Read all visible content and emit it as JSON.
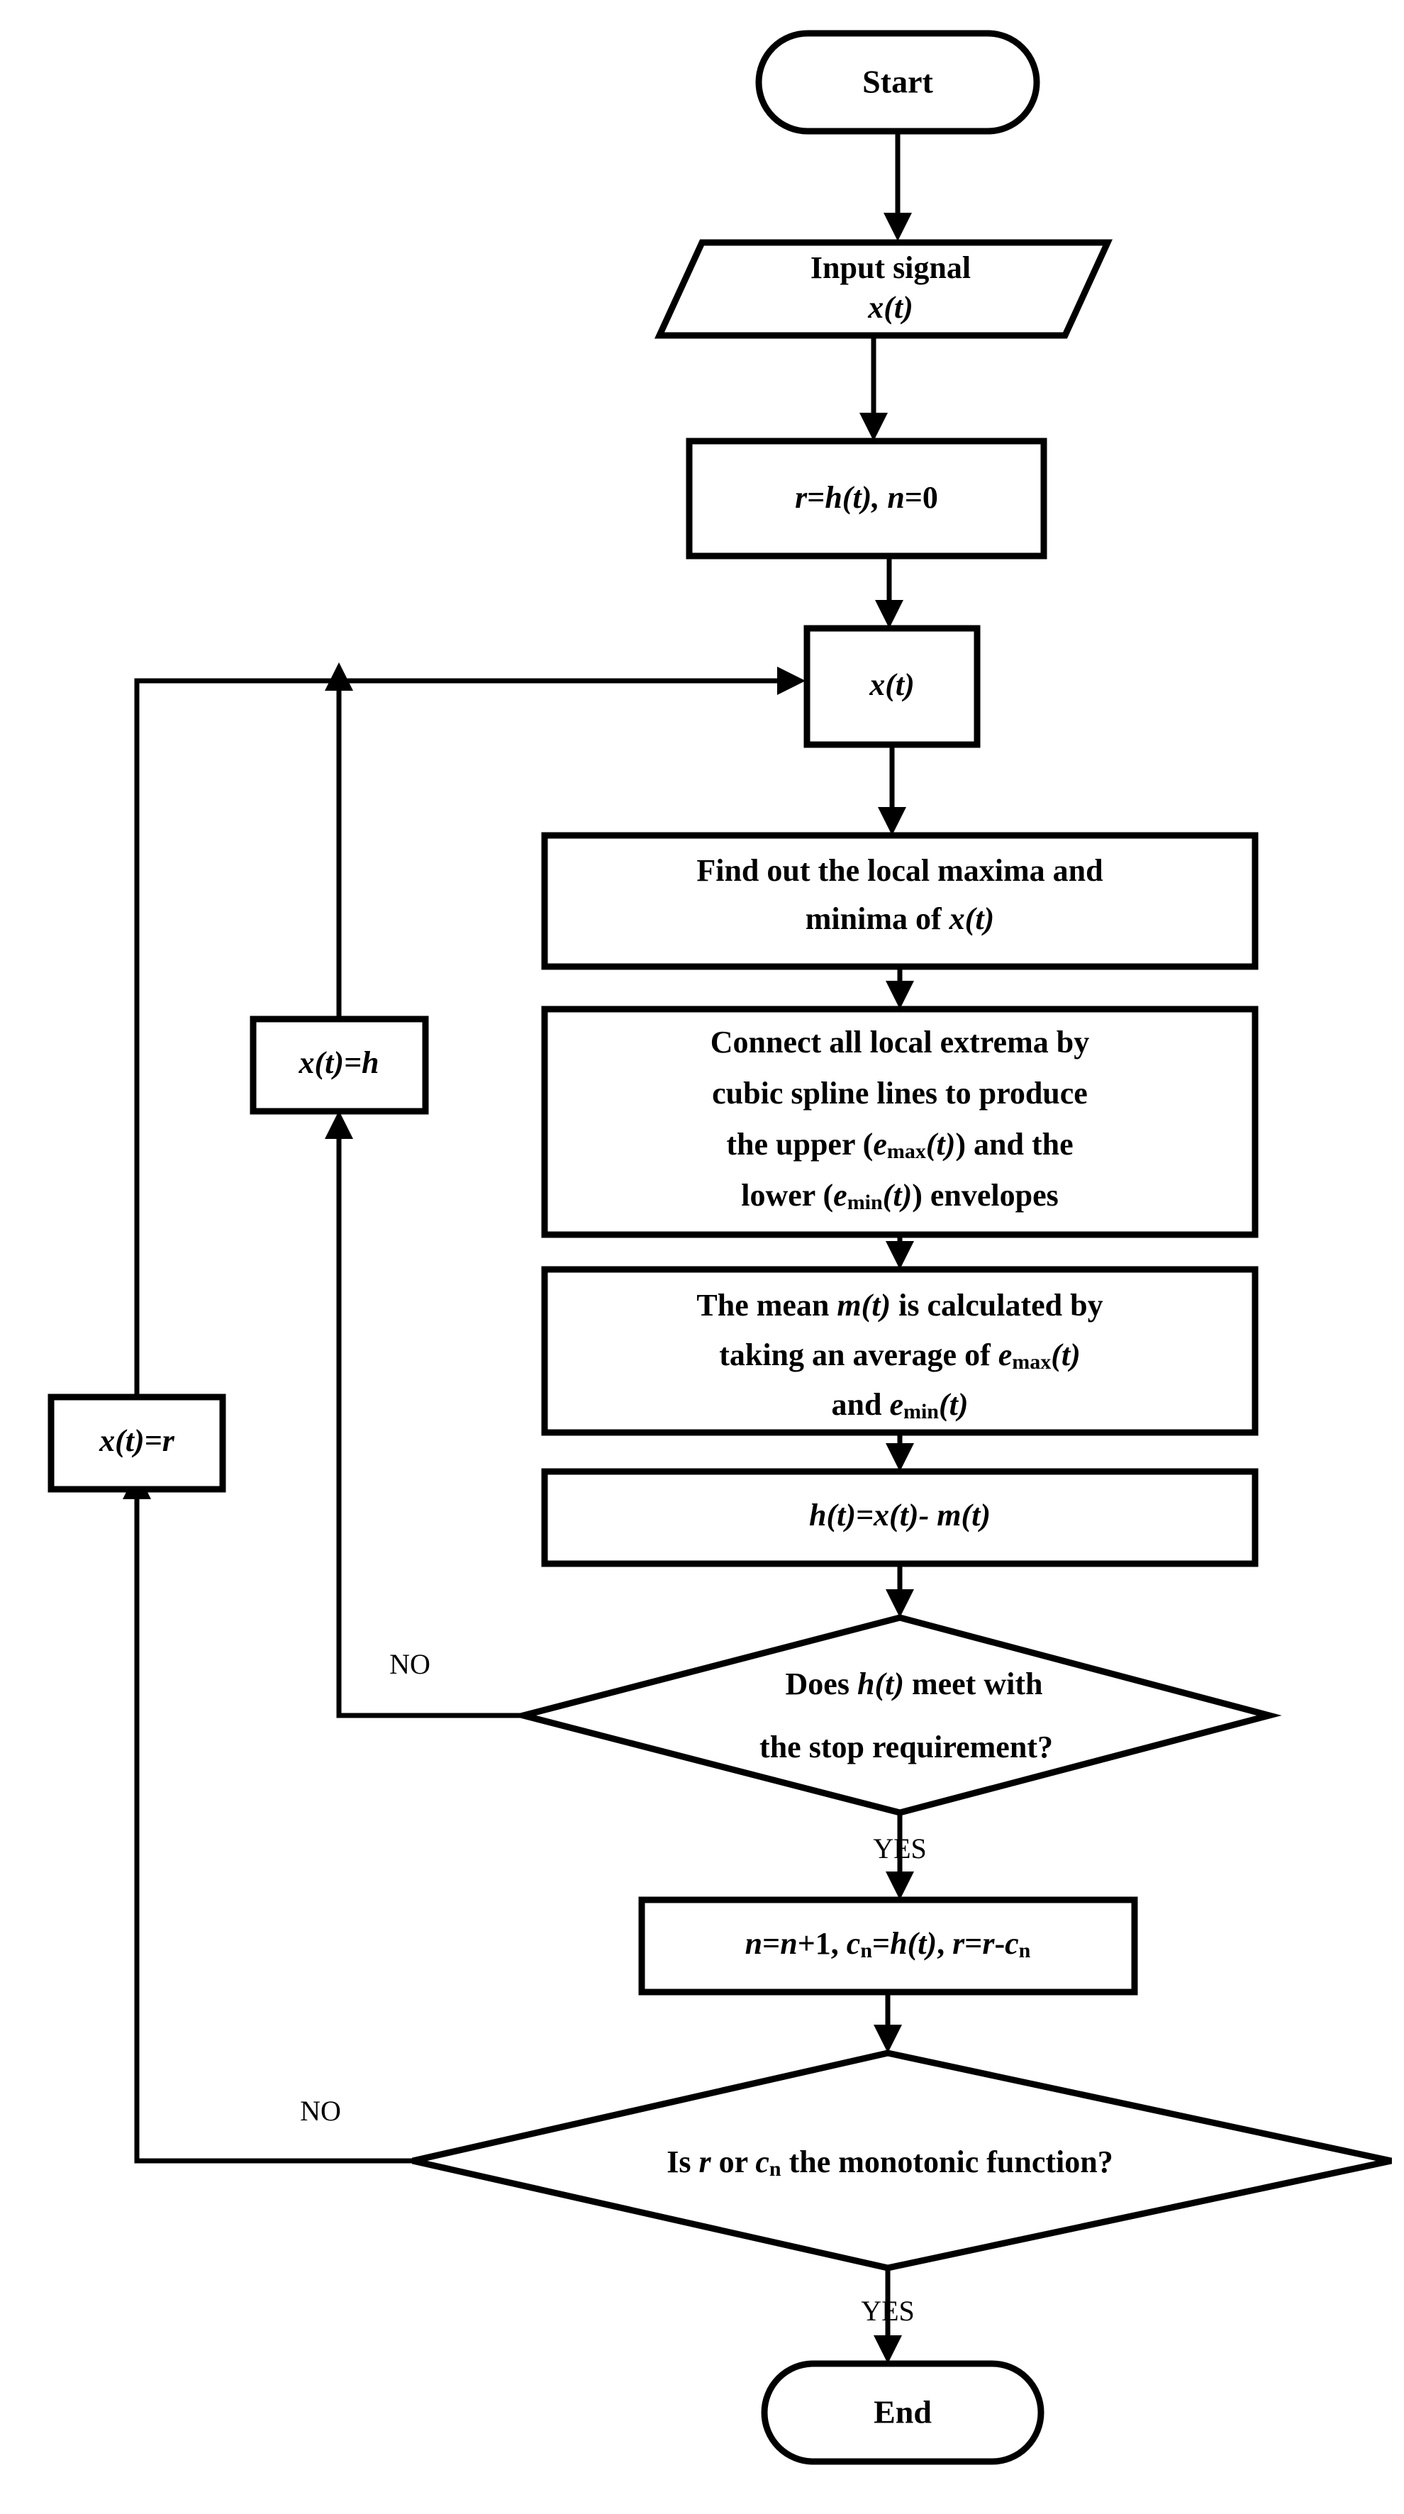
{
  "diagram": {
    "title": "EMD algorithm flowchart",
    "colors": {
      "stroke": "#000000",
      "fill": "#ffffff",
      "text": "#000000"
    },
    "nodes": {
      "start": {
        "shape": "terminator",
        "label": "Start"
      },
      "input_signal": {
        "shape": "parallelogram",
        "line1": "Input signal",
        "line2_var": "x",
        "line2_rest": "(t)"
      },
      "init": {
        "shape": "process",
        "text_a": "r",
        "text_b": "=",
        "text_c": "h",
        "text_d": "(t), ",
        "text_e": "n",
        "text_f": "=0"
      },
      "signal_box": {
        "shape": "process",
        "var": "x",
        "rest": "(t)"
      },
      "find_extrema": {
        "shape": "process",
        "line1": "Find out the local maxima and",
        "line2_pre": "minima of ",
        "line2_var": "x",
        "line2_post": "(t)"
      },
      "connect_spline": {
        "shape": "process",
        "line1": "Connect all local extrema by",
        "line2": "cubic spline lines to produce",
        "line3_pre": "the upper (",
        "line3_var": "e",
        "line3_sub": "max",
        "line3_mid": "(t)",
        "line3_post": ") and the",
        "line4_pre": "lower (",
        "line4_var": "e",
        "line4_sub": "min",
        "line4_mid": "(t)",
        "line4_post": ") envelopes"
      },
      "mean": {
        "shape": "process",
        "line1_pre": "The mean ",
        "line1_var": "m",
        "line1_mid": "(t)",
        "line1_post": " is calculated by",
        "line2_pre": "taking an average of  ",
        "line2_var": "e",
        "line2_sub": "max",
        "line2_post": "(t)",
        "line3_pre": "and ",
        "line3_var": "e",
        "line3_sub": "min",
        "line3_post": "(t)"
      },
      "sift": {
        "shape": "process",
        "text": "h(t)=x(t)- m(t)"
      },
      "stop_check": {
        "shape": "decision",
        "line1_pre": "Does ",
        "line1_var": "h",
        "line1_mid": "(t)",
        "line1_post": " meet with",
        "line2": "the stop requirement?"
      },
      "update": {
        "shape": "process",
        "text": "n=n+1, cn=h(t), r=r-cn"
      },
      "monotonic_check": {
        "shape": "decision",
        "pre": "Is ",
        "var1": "r",
        "mid": " or ",
        "var2": "c",
        "sub": "n",
        "post": " the monotonic function?"
      },
      "assign_h": {
        "shape": "process",
        "text": "x(t)=h"
      },
      "assign_r": {
        "shape": "process",
        "text": "x(t)=r"
      },
      "end": {
        "shape": "terminator",
        "label": "End"
      }
    },
    "edge_labels": {
      "stop_no": "NO",
      "stop_yes": "YES",
      "monotonic_no": "NO",
      "monotonic_yes": "YES"
    }
  }
}
